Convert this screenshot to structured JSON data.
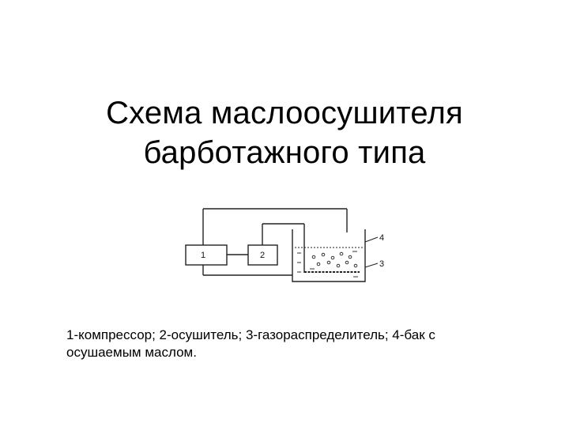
{
  "title": {
    "line1": "Схема маслоосушителя",
    "line2": "барботажного типа"
  },
  "diagram": {
    "labels": {
      "box1": "1",
      "box2": "2",
      "tank": "4",
      "distributor": "3"
    }
  },
  "caption": {
    "line1": "1-компрессор; 2-осушитель; 3-газораспределитель; 4-бак с",
    "line2": "осушаемым маслом."
  }
}
